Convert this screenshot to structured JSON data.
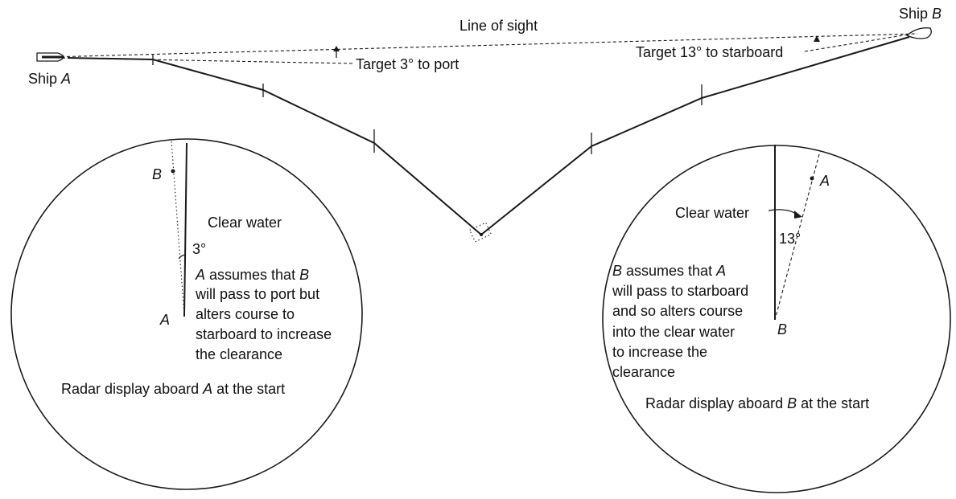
{
  "ships": {
    "a": {
      "prefix": "Ship ",
      "letter": "A"
    },
    "b": {
      "prefix": "Ship ",
      "letter": "B"
    }
  },
  "line_of_sight_label": "Line of sight",
  "target_port_label": "Target 3° to port",
  "target_starboard_label": "Target 13° to starboard",
  "radar_a": {
    "target_letter": "B",
    "own_letter": "A",
    "clear_water": "Clear water",
    "angle": "3°",
    "note": [
      {
        "letter": "A",
        "text": " assumes that ",
        "letter2": "B"
      },
      "will pass to port but",
      "alters course to",
      "starboard to increase",
      "the clearance"
    ],
    "caption": {
      "before": "Radar display aboard ",
      "letter": "A",
      "after": " at the start"
    }
  },
  "radar_b": {
    "target_letter": "A",
    "own_letter": "B",
    "clear_water": "Clear water",
    "angle": "13°",
    "note": [
      {
        "letter": "B",
        "text": " assumes that ",
        "letter2": "A"
      },
      "will pass to starboard",
      "and so alters course",
      "into the clear water",
      "to increase the",
      "clearance"
    ],
    "caption": {
      "before": "Radar display aboard ",
      "letter": "B",
      "after": " at the start"
    }
  }
}
